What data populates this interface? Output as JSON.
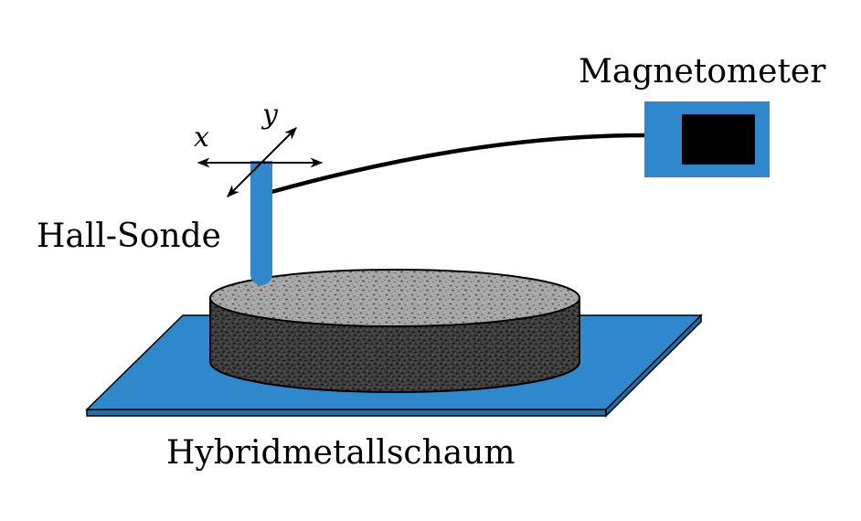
{
  "labels": {
    "magnetometer": "Magnetometer",
    "hall_probe": "Hall-Sonde",
    "foam": "Hybridmetallschaum",
    "axis_x": "x",
    "axis_y": "y"
  },
  "colors": {
    "probe_blue": "#2f88cc",
    "plate_blue": "#2f88cc",
    "plate_edge": "#1a5e99",
    "screen_black": "#000000",
    "foam_top": "#a6a6a6",
    "foam_side": "#4a4a4a",
    "cable": "#000000"
  }
}
